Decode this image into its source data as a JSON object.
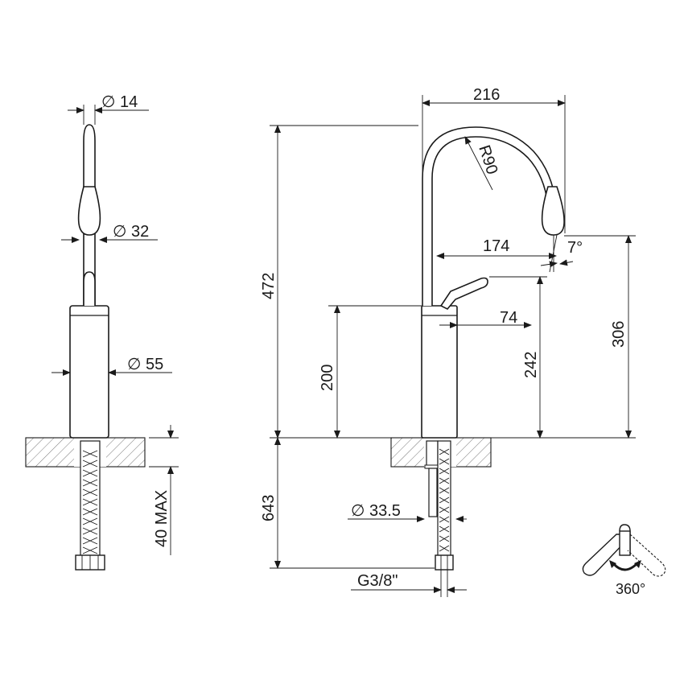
{
  "dimensions": {
    "dia_14": "∅ 14",
    "dia_32": "∅ 32",
    "dia_55": "∅ 55",
    "max_40": "40 MAX",
    "w_216": "216",
    "r_90": "R90",
    "w_174": "174",
    "angle_7": "7°",
    "h_472": "472",
    "h_306": "306",
    "w_74": "74",
    "h_242": "242",
    "h_200": "200",
    "h_643": "643",
    "dia_335": "∅ 33.5",
    "thread_g38": "G3/8\"",
    "rotation_360": "360°"
  }
}
